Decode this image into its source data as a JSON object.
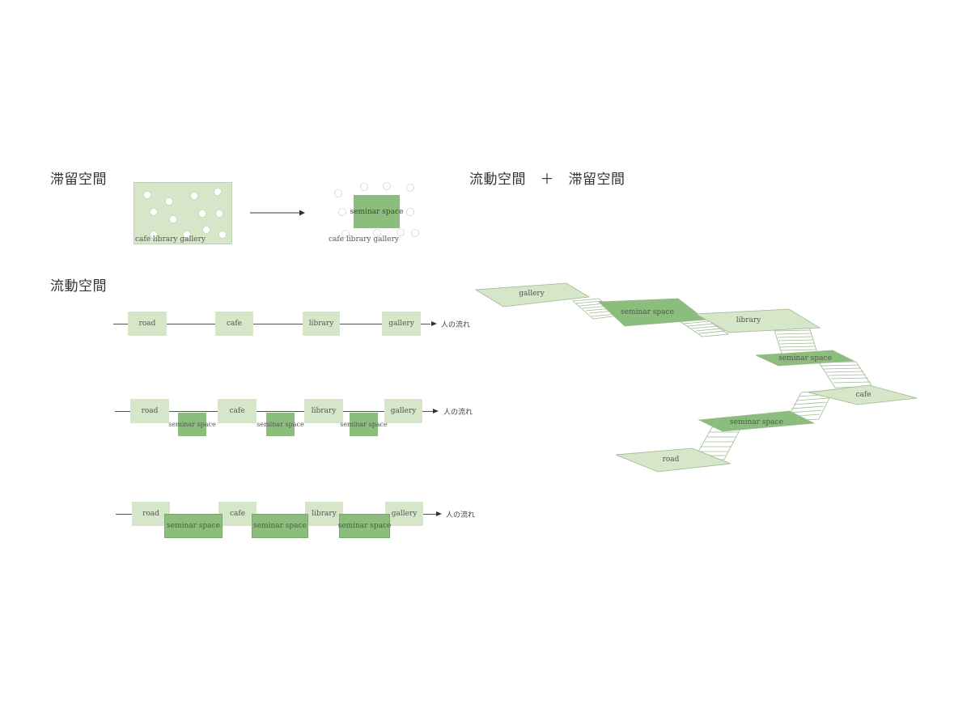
{
  "headings": {
    "stay_space": "滞留空間",
    "flow_space": "流動空間",
    "combined": "流動空間　＋　滞留空間"
  },
  "stay_diagram": {
    "before_labels": "cafe  library  gallery",
    "after_labels": "cafe  library  gallery",
    "center_label": "seminar space"
  },
  "flow_rows": {
    "row1": [
      "road",
      "cafe",
      "library",
      "gallery"
    ],
    "row2": [
      "road",
      "cafe",
      "library",
      "gallery"
    ],
    "row2_seminar": "seminar space",
    "row3": [
      "road",
      "cafe",
      "library",
      "gallery"
    ],
    "row3_seminar": "seminar space",
    "flow_label": "人の流れ"
  },
  "isometric": {
    "gallery": "gallery",
    "seminar_top": "seminar space",
    "library": "library",
    "seminar_mid": "seminar space",
    "cafe": "cafe",
    "seminar_low": "seminar space",
    "road": "road"
  },
  "colors": {
    "light_green": "#d5e6c9",
    "dark_green": "#8bbd7c",
    "circle_white": "#ffffff"
  }
}
